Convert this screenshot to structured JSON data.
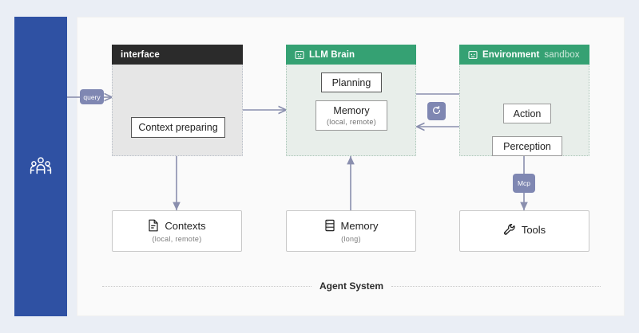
{
  "theme": {
    "page_background": "#eaeef5",
    "canvas_background": "#fafafa",
    "rail_color": "#2f51a3",
    "group_green": "#35a173",
    "group_dark": "#2b2b2b",
    "badge_color": "#7f87b2",
    "connector_color": "#8a8fae"
  },
  "rail": {
    "icon": "users-group-icon"
  },
  "groups": {
    "interface": {
      "title": "interface",
      "nodes": [
        {
          "label": "Context preparing"
        }
      ]
    },
    "llm_brain": {
      "title": "LLM Brain",
      "icon": "robot-face-icon",
      "nodes": [
        {
          "label": "Planning",
          "sub": ""
        },
        {
          "label": "Memory",
          "sub": "(local,  remote)"
        }
      ]
    },
    "environment": {
      "title": "Environment",
      "subtitle": "sandbox",
      "icon": "robot-face-icon",
      "nodes": [
        {
          "label": "Action"
        },
        {
          "label": "Perception"
        }
      ]
    }
  },
  "cards": [
    {
      "title": "Contexts",
      "sub": "(local,  remote)",
      "icon": "document-icon"
    },
    {
      "title": "Memory",
      "sub": "(long)",
      "icon": "database-icon"
    },
    {
      "title": "Tools",
      "sub": "",
      "icon": "wrench-icon"
    }
  ],
  "badges": {
    "query": {
      "label": "query"
    },
    "loop": {
      "label": "",
      "icon": "refresh-loop-icon"
    },
    "mcp": {
      "label": "Mcp"
    }
  },
  "footer": {
    "label": "Agent System"
  }
}
